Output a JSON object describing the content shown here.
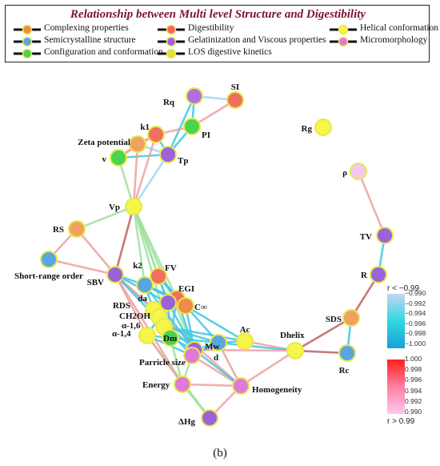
{
  "legend": {
    "title": "Relationship between Multi level Structure and Digestibility",
    "items": [
      {
        "label": "Complexing properties",
        "color": "#f08a4b"
      },
      {
        "label": "Semicrystalline structure",
        "color": "#5aa6e0"
      },
      {
        "label": "Configuration and conformation",
        "color": "#4ad34e"
      },
      {
        "label": "Digestibility",
        "color": "#ff6060"
      },
      {
        "label": "Gelatinization and Viscous properties",
        "color": "#9a63d8"
      },
      {
        "label": "LOS digestive kinetics",
        "color": "#e0e040"
      },
      {
        "label": "Helical conformation",
        "color": "#f5f54a"
      },
      {
        "label": "Micromorphology",
        "color": "#e07ad8"
      }
    ]
  },
  "colorbar": {
    "neg_label": "r < −0.99",
    "pos_label": "r > 0.99",
    "neg_ticks": [
      "−0.990",
      "−0.992",
      "−0.994",
      "−0.996",
      "−0.998",
      "−1.000"
    ],
    "pos_ticks": [
      "1.000",
      "0.998",
      "0.996",
      "0.994",
      "0.992",
      "0.990"
    ]
  },
  "caption": "(b)",
  "graph": {
    "nodes": [
      {
        "id": "SI",
        "label": "SI",
        "fill": "#f07060",
        "ring": "#e8e84a"
      },
      {
        "id": "Rq",
        "label": "Rq",
        "fill": "#b070e0",
        "ring": "#e8e84a"
      },
      {
        "id": "PI",
        "label": "PI",
        "fill": "#4ad34e",
        "ring": "#e8e84a"
      },
      {
        "id": "k1",
        "label": "k1",
        "fill": "#f07060",
        "ring": "#e8e84a"
      },
      {
        "id": "ZP",
        "label": "Zeta potential",
        "fill": "#f0a060",
        "ring": "#e8e84a"
      },
      {
        "id": "v",
        "label": "v",
        "fill": "#4ad34e",
        "ring": "#e8e84a"
      },
      {
        "id": "Tp",
        "label": "Tp",
        "fill": "#9a63d8",
        "ring": "#e8e84a"
      },
      {
        "id": "Rg",
        "label": "Rg",
        "fill": "#f5f54a",
        "ring": "#e8e84a"
      },
      {
        "id": "rho",
        "label": "ρ",
        "fill": "#f5c8f0",
        "ring": "#e8e84a"
      },
      {
        "id": "Vp",
        "label": "Vp",
        "fill": "#f5f54a",
        "ring": "#e8e84a"
      },
      {
        "id": "RS",
        "label": "RS",
        "fill": "#f0a060",
        "ring": "#e8e84a"
      },
      {
        "id": "TV",
        "label": "TV",
        "fill": "#9a63d8",
        "ring": "#e8e84a"
      },
      {
        "id": "SRO",
        "label": "Short-range order",
        "fill": "#5aa6e0",
        "ring": "#e8e84a"
      },
      {
        "id": "SBV",
        "label": "SBV",
        "fill": "#9a63d8",
        "ring": "#e8e84a"
      },
      {
        "id": "k2",
        "label": "k2",
        "fill": "#5aa6e0",
        "ring": "#e8e84a"
      },
      {
        "id": "FV",
        "label": "FV",
        "fill": "#f07060",
        "ring": "#e8e84a"
      },
      {
        "id": "R",
        "label": "R",
        "fill": "#9a63d8",
        "ring": "#e8e84a"
      },
      {
        "id": "EGI",
        "label": "EGI",
        "fill": "#f07060",
        "ring": "#e8e84a"
      },
      {
        "id": "da",
        "label": "da",
        "fill": "#9a63d8",
        "ring": "#e8e84a"
      },
      {
        "id": "Cinf",
        "label": "C∞",
        "fill": "#f08a4b",
        "ring": "#e8e84a"
      },
      {
        "id": "RDS",
        "label": "RDS",
        "fill": "#f5f54a",
        "ring": "#e8e84a"
      },
      {
        "id": "CH2OH",
        "label": "CH2OH",
        "fill": "#f5f54a",
        "ring": "#e8e84a"
      },
      {
        "id": "a16",
        "label": "α-1,6",
        "fill": "#f5f54a",
        "ring": "#e8e84a"
      },
      {
        "id": "a14",
        "label": "α-1,4",
        "fill": "#f5f54a",
        "ring": "#e8e84a"
      },
      {
        "id": "Dm",
        "label": "Dm",
        "fill": "#4ad34e",
        "ring": "#e8e84a"
      },
      {
        "id": "Mw",
        "label": "Mw",
        "fill": "#9a63d8",
        "ring": "#e8e84a"
      },
      {
        "id": "d",
        "label": "d",
        "fill": "#5aa6e0",
        "ring": "#e8e84a"
      },
      {
        "id": "Ac",
        "label": "Ac",
        "fill": "#f5f54a",
        "ring": "#e8e84a"
      },
      {
        "id": "Dhelix",
        "label": "Dhelix",
        "fill": "#f5f54a",
        "ring": "#e8e84a"
      },
      {
        "id": "SDS",
        "label": "SDS",
        "fill": "#f0a060",
        "ring": "#e8e84a"
      },
      {
        "id": "Rc",
        "label": "Rc",
        "fill": "#5aa6e0",
        "ring": "#e8e84a"
      },
      {
        "id": "PS",
        "label": "Parricle size",
        "fill": "#e07ad8",
        "ring": "#e8e84a"
      },
      {
        "id": "Energy",
        "label": "Energy",
        "fill": "#e07ad8",
        "ring": "#e8e84a"
      },
      {
        "id": "Homog",
        "label": "Homogeneity",
        "fill": "#e07ad8",
        "ring": "#e8e84a"
      },
      {
        "id": "dHg",
        "label": "ΔHg",
        "fill": "#9a63d8",
        "ring": "#e8e84a"
      }
    ],
    "edges": [
      [
        "SI",
        "PI",
        "#f0a0a0"
      ],
      [
        "SI",
        "Rq",
        "#a0d8f0"
      ],
      [
        "Rq",
        "PI",
        "#40c8e0"
      ],
      [
        "Rq",
        "Tp",
        "#40c8e0"
      ],
      [
        "PI",
        "Tp",
        "#40c8e0"
      ],
      [
        "k1",
        "PI",
        "#f0a0a0"
      ],
      [
        "k1",
        "Tp",
        "#40c8e0"
      ],
      [
        "ZP",
        "k1",
        "#f0a0a0"
      ],
      [
        "ZP",
        "Tp",
        "#a0d8f0"
      ],
      [
        "v",
        "ZP",
        "#f0a0a0"
      ],
      [
        "v",
        "Tp",
        "#40c8e0"
      ],
      [
        "v",
        "k1",
        "#f0a0a0"
      ],
      [
        "Vp",
        "v",
        "#a0e0a0"
      ],
      [
        "Vp",
        "Tp",
        "#a0d8f0"
      ],
      [
        "Vp",
        "ZP",
        "#f0a0a0"
      ],
      [
        "Vp",
        "k1",
        "#f0a0a0"
      ],
      [
        "Vp",
        "RS",
        "#a0e0a0"
      ],
      [
        "Vp",
        "SBV",
        "#c06060"
      ],
      [
        "Vp",
        "k2",
        "#a0e0a0"
      ],
      [
        "Vp",
        "FV",
        "#a0e0a0"
      ],
      [
        "Vp",
        "EGI",
        "#a0e0a0"
      ],
      [
        "Vp",
        "da",
        "#a0e0a0"
      ],
      [
        "Vp",
        "Dm",
        "#a0e0a0"
      ],
      [
        "Vp",
        "Mw",
        "#a0e0a0"
      ],
      [
        "RS",
        "SBV",
        "#f0a0a0"
      ],
      [
        "RS",
        "SRO",
        "#f0a0a0"
      ],
      [
        "SRO",
        "SBV",
        "#f0a0a0"
      ],
      [
        "SBV",
        "k2",
        "#40c8e0"
      ],
      [
        "SBV",
        "da",
        "#40c8e0"
      ],
      [
        "SBV",
        "RDS",
        "#40c8e0"
      ],
      [
        "SBV",
        "a14",
        "#f0a0a0"
      ],
      [
        "SBV",
        "Energy",
        "#f0a0a0"
      ],
      [
        "SBV",
        "Homog",
        "#f0a0a0"
      ],
      [
        "SBV",
        "PS",
        "#40c8e0"
      ],
      [
        "k2",
        "FV",
        "#40c8e0"
      ],
      [
        "k2",
        "EGI",
        "#40c8e0"
      ],
      [
        "k2",
        "Cinf",
        "#40c8e0"
      ],
      [
        "k2",
        "Mw",
        "#40c8e0"
      ],
      [
        "FV",
        "EGI",
        "#40c8e0"
      ],
      [
        "FV",
        "da",
        "#40c8e0"
      ],
      [
        "EGI",
        "Cinf",
        "#f0a0a0"
      ],
      [
        "EGI",
        "Dm",
        "#40c8e0"
      ],
      [
        "da",
        "CH2OH",
        "#40c8e0"
      ],
      [
        "da",
        "Mw",
        "#40c8e0"
      ],
      [
        "Cinf",
        "Ac",
        "#40c8e0"
      ],
      [
        "Cinf",
        "d",
        "#40c8e0"
      ],
      [
        "RDS",
        "Dm",
        "#40c8e0"
      ],
      [
        "CH2OH",
        "Mw",
        "#40c8e0"
      ],
      [
        "a16",
        "Ac",
        "#40c8e0"
      ],
      [
        "a16",
        "d",
        "#40c8e0"
      ],
      [
        "a14",
        "Dm",
        "#40c8e0"
      ],
      [
        "a14",
        "PS",
        "#40c8e0"
      ],
      [
        "a14",
        "dHg",
        "#a0e0a0"
      ],
      [
        "a14",
        "Energy",
        "#f0a0a0"
      ],
      [
        "Dm",
        "Mw",
        "#40c8e0"
      ],
      [
        "Dm",
        "d",
        "#40c8e0"
      ],
      [
        "Mw",
        "d",
        "#40c8e0"
      ],
      [
        "d",
        "Ac",
        "#40c8e0"
      ],
      [
        "Ac",
        "Dhelix",
        "#f0a0a0"
      ],
      [
        "d",
        "Dhelix",
        "#40c8e0"
      ],
      [
        "Mw",
        "Dhelix",
        "#f0a0a0"
      ],
      [
        "Dhelix",
        "Homog",
        "#f0a0a0"
      ],
      [
        "Dhelix",
        "SDS",
        "#c06060"
      ],
      [
        "Dhelix",
        "Rc",
        "#c06060"
      ],
      [
        "SDS",
        "Rc",
        "#40c8e0"
      ],
      [
        "SDS",
        "R",
        "#c06060"
      ],
      [
        "R",
        "TV",
        "#40c8e0"
      ],
      [
        "TV",
        "rho",
        "#f0a0a0"
      ],
      [
        "PS",
        "Energy",
        "#a0e0a0"
      ],
      [
        "PS",
        "Homog",
        "#f0a0a0"
      ],
      [
        "PS",
        "d",
        "#40c8e0"
      ],
      [
        "Energy",
        "dHg",
        "#a0e0a0"
      ],
      [
        "Homog",
        "dHg",
        "#f0a0a0"
      ],
      [
        "Energy",
        "Homog",
        "#f0a0a0"
      ],
      [
        "Mw",
        "Homog",
        "#40c8e0"
      ],
      [
        "d",
        "Homog",
        "#f0a0a0"
      ],
      [
        "Dm",
        "Energy",
        "#a0e0a0"
      ],
      [
        "k2",
        "RDS",
        "#40c8e0"
      ],
      [
        "FV",
        "Cinf",
        "#40c8e0"
      ],
      [
        "da",
        "Dm",
        "#40c8e0"
      ],
      [
        "RDS",
        "a16",
        "#40c8e0"
      ],
      [
        "CH2OH",
        "a14",
        "#40c8e0"
      ],
      [
        "EGI",
        "Mw",
        "#40c8e0"
      ],
      [
        "Cinf",
        "Mw",
        "#40c8e0"
      ]
    ]
  }
}
